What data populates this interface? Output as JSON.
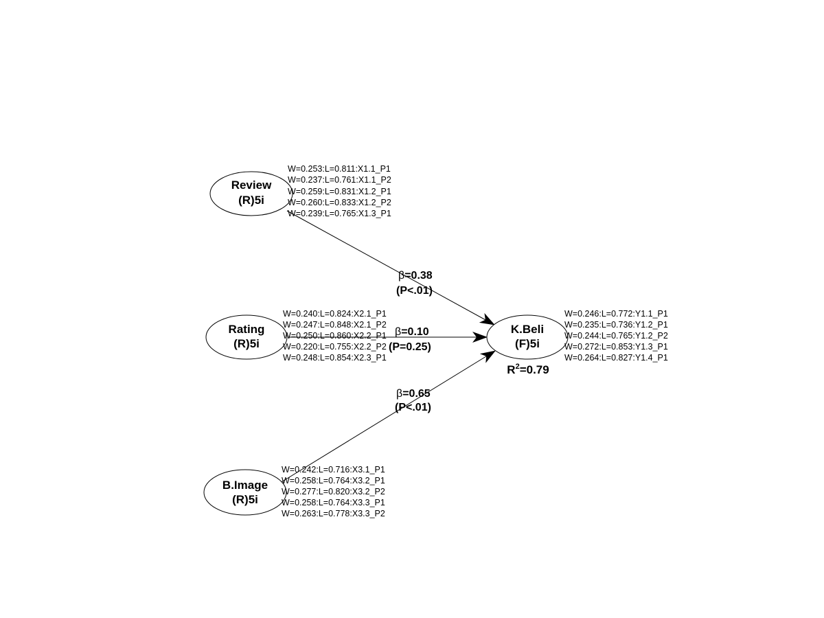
{
  "constructs": {
    "review": {
      "name": "Review",
      "type": "(R)5i",
      "indicators": [
        "W=0.253:L=0.811:X1.1_P1",
        "W=0.237:L=0.761:X1.1_P2",
        "W=0.259:L=0.831:X1.2_P1",
        "W=0.260:L=0.833:X1.2_P2",
        "W=0.239:L=0.765:X1.3_P1"
      ]
    },
    "rating": {
      "name": "Rating",
      "type": "(R)5i",
      "indicators": [
        "W=0.240:L=0.824:X2.1_P1",
        "W=0.247:L=0.848:X2.1_P2",
        "W=0.250:L=0.860:X2.2_P1",
        "W=0.220:L=0.755:X2.2_P2",
        "W=0.248:L=0.854:X2.3_P1"
      ]
    },
    "bimage": {
      "name": "B.Image",
      "type": "(R)5i",
      "indicators": [
        "W=0.242:L=0.716:X3.1_P1",
        "W=0.258:L=0.764:X3.2_P1",
        "W=0.277:L=0.820:X3.2_P2",
        "W=0.258:L=0.764:X3.3_P1",
        "W=0.263:L=0.778:X3.3_P2"
      ]
    },
    "kbeli": {
      "name": "K.Beli",
      "type": "(F)5i",
      "r2_label": "R",
      "r2_sup": "2",
      "r2_value": "=0.79",
      "indicators": [
        "W=0.246:L=0.772:Y1.1_P1",
        "W=0.235:L=0.736:Y1.2_P1",
        "W=0.244:L=0.765:Y1.2_P2",
        "W=0.272:L=0.853:Y1.3_P1",
        "W=0.264:L=0.827:Y1.4_P1"
      ]
    }
  },
  "paths": {
    "review_kbeli": {
      "beta_symbol": "β",
      "beta": "=0.38",
      "p": "(P<.01)"
    },
    "rating_kbeli": {
      "beta_symbol": "β",
      "beta": "=0.10",
      "p": "(P=0.25)"
    },
    "bimage_kbeli": {
      "beta_symbol": "β",
      "beta": "=0.65",
      "p": "(P<.01)"
    }
  }
}
